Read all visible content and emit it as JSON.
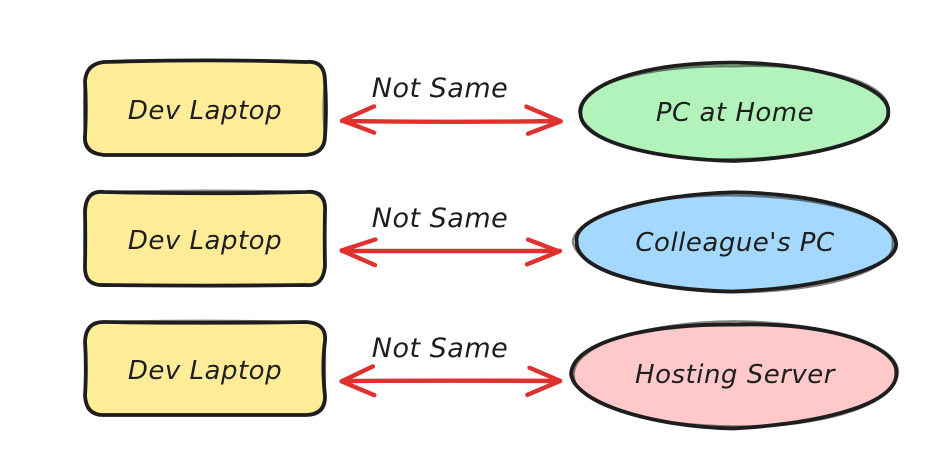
{
  "diagram": {
    "rows": [
      {
        "left": "Dev Laptop",
        "relation": "Not Same",
        "right": "PC at Home",
        "right_fill": "#b2f2bb"
      },
      {
        "left": "Dev Laptop",
        "relation": "Not Same",
        "right": "Colleague's PC",
        "right_fill": "#a5d8ff"
      },
      {
        "left": "Dev Laptop",
        "relation": "Not Same",
        "right": "Hosting Server",
        "right_fill": "#ffc9c9"
      }
    ],
    "colors": {
      "left_fill": "#ffec99",
      "stroke": "#1e1e1e",
      "arrow": "#e03131",
      "canvas_background": "#ffffff"
    }
  }
}
